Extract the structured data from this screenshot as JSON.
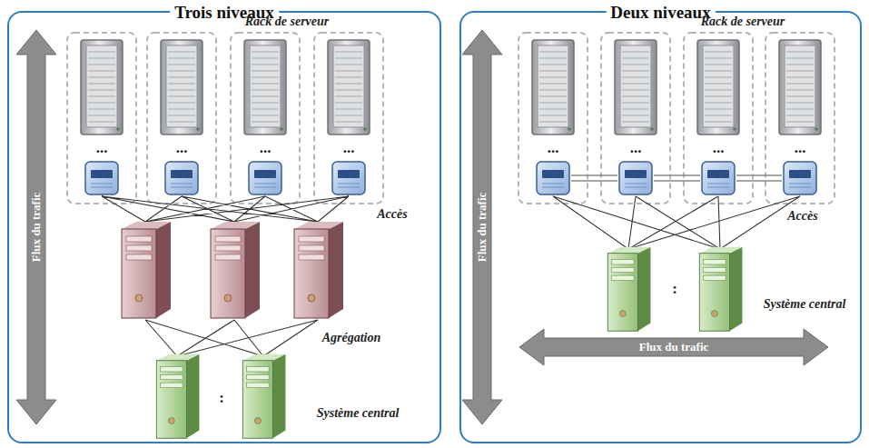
{
  "diagram": {
    "nodes": [
      {
        "text": [
          "Trois niveaux"
        ]
      },
      {
        "text": [
          "Deux niveaux"
        ]
      }
    ],
    "labels": [
      "Rack de serveur",
      "...",
      "...",
      "...",
      "...",
      "Accès",
      "Agrégation",
      ":",
      "Système central",
      "Flux du trafic",
      "Rack de serveur",
      "...",
      "...",
      "...",
      "...",
      "Accès",
      ":",
      "Système central",
      "Flux du trafic",
      "Flux du trafic"
    ]
  }
}
